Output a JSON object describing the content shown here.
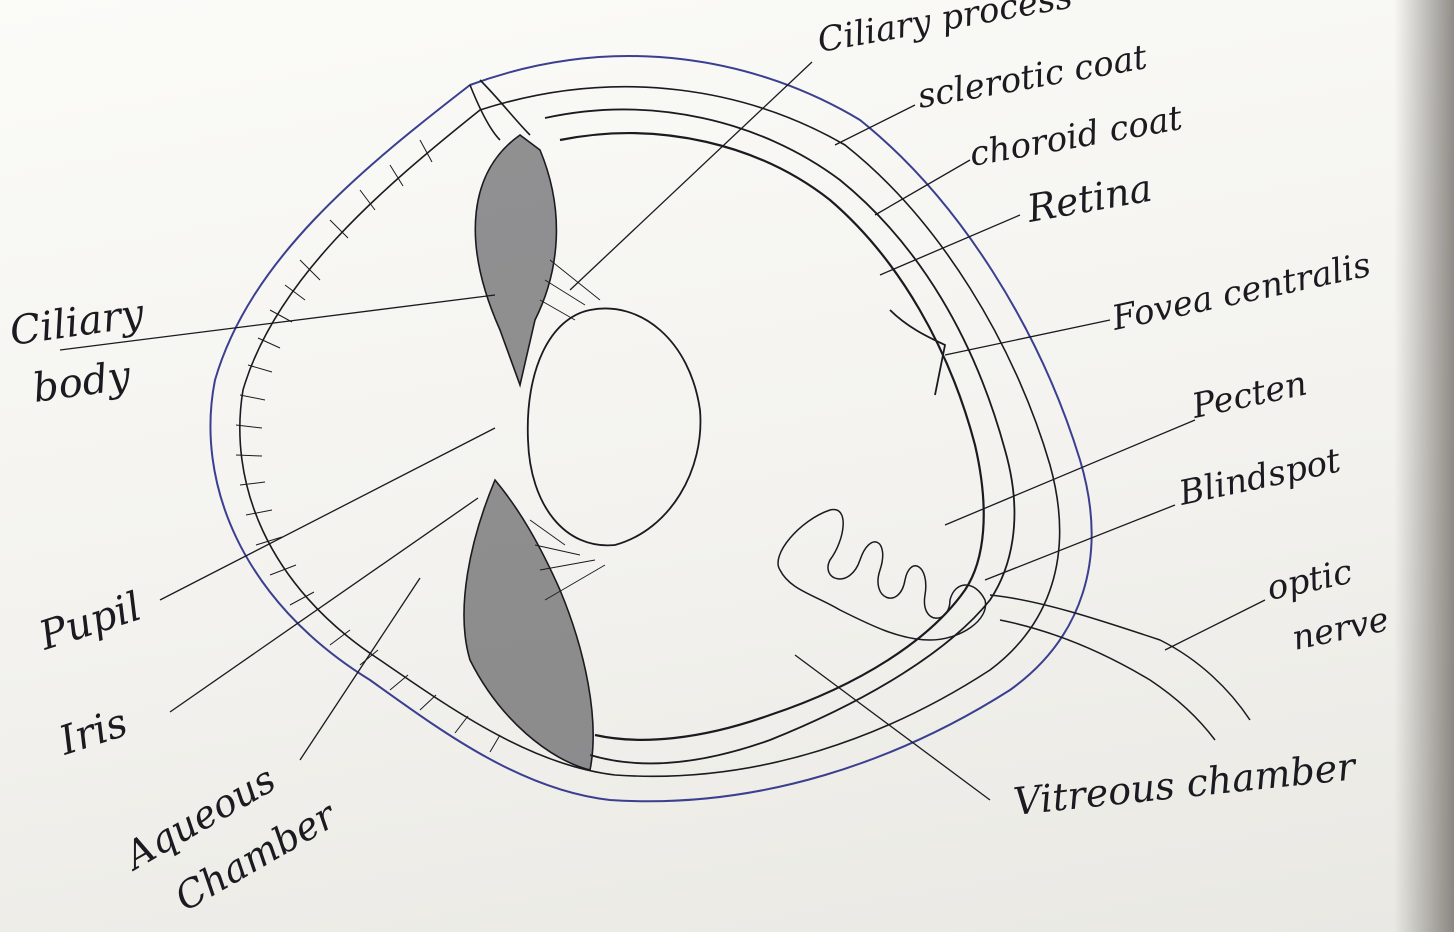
{
  "diagram": {
    "labels": {
      "ciliary_process": "Ciliary process",
      "sclerotic_coat": "sclerotic coat",
      "choroid_coat": "choroid coat",
      "retina": "Retina",
      "fovea_centralis": "Fovea centralis",
      "pecten": "Pecten",
      "blind_spot": "Blindspot",
      "optic_nerve_1": "optic",
      "optic_nerve_2": "nerve",
      "vitreous_chamber": "Vitreous chamber",
      "ciliary_body_1": "Ciliary",
      "ciliary_body_2": "body",
      "pupil": "Pupil",
      "iris": "Iris",
      "aqueous_chamber_1": "Aqueous",
      "aqueous_chamber_2": "Chamber"
    },
    "colors": {
      "ink": "#1a1a20",
      "blue_ink": "#3a3f8f",
      "paper": "#f7f7f4"
    }
  }
}
